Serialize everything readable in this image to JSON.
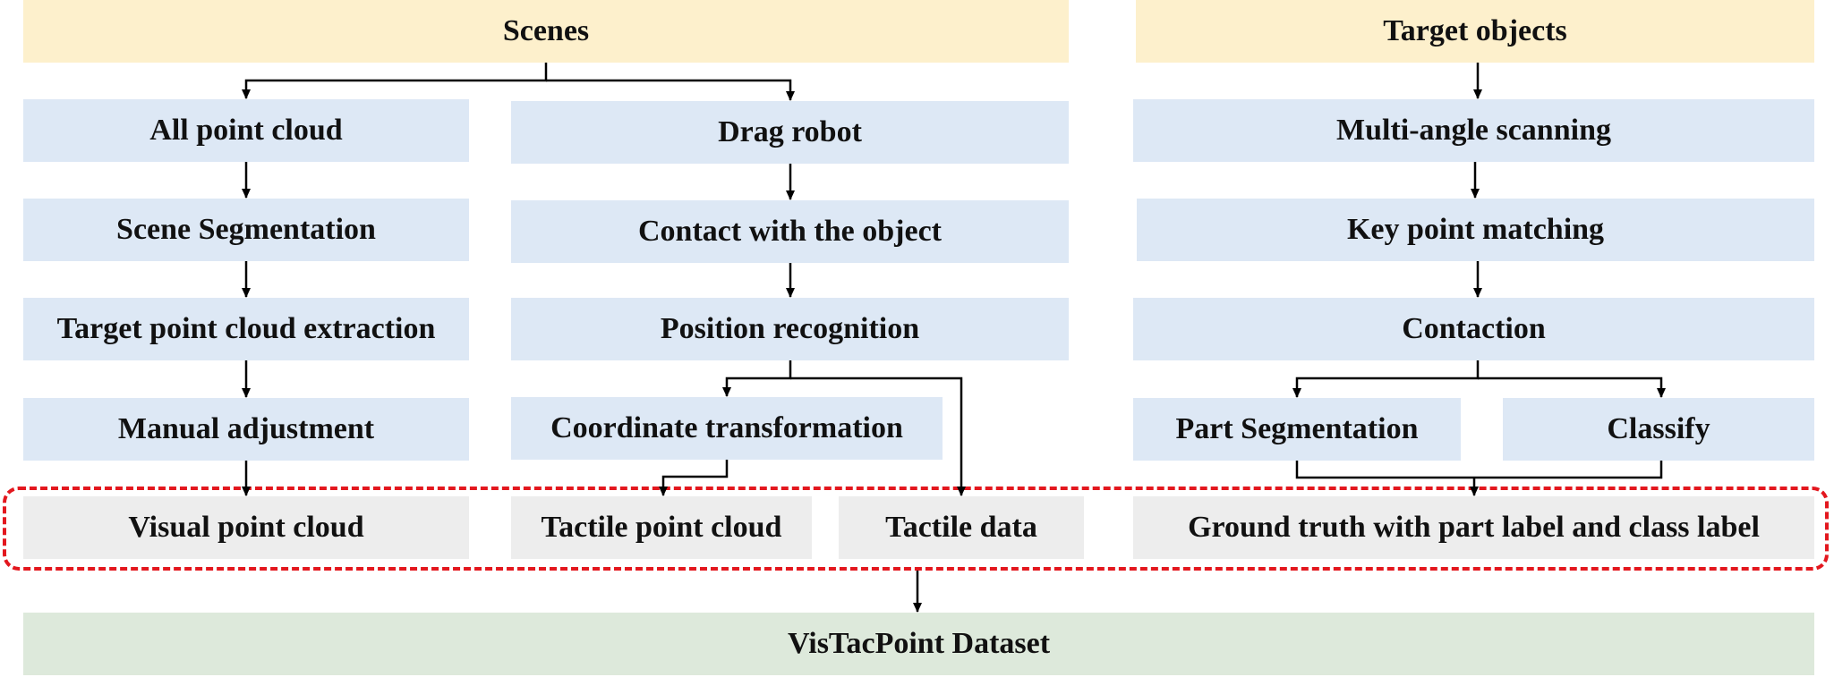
{
  "diagram": {
    "scenes": "Scenes",
    "target_objects": "Target objects",
    "left_column": {
      "all_point_cloud": "All point cloud",
      "scene_segmentation": "Scene Segmentation",
      "target_extraction": "Target point cloud extraction",
      "manual_adjustment": "Manual adjustment"
    },
    "middle_column": {
      "drag_robot": "Drag robot",
      "contact_object": "Contact with the object",
      "position_recognition": "Position recognition",
      "coordinate_transformation": "Coordinate transformation"
    },
    "right_column": {
      "multi_angle_scanning": "Multi-angle scanning",
      "key_point_matching": "Key point matching",
      "contaction": "Contaction",
      "part_segmentation": "Part Segmentation",
      "classify": "Classify"
    },
    "outputs": {
      "visual_point_cloud": "Visual point cloud",
      "tactile_point_cloud": "Tactile point cloud",
      "tactile_data": "Tactile data",
      "ground_truth": "Ground truth with part label and class label"
    },
    "dataset": "VisTacPoint Dataset"
  },
  "colors": {
    "header": "#fdf0cc",
    "process": "#dde8f5",
    "output": "#ededed",
    "dataset": "#dde9db",
    "dashed_border": "#e3171e"
  }
}
